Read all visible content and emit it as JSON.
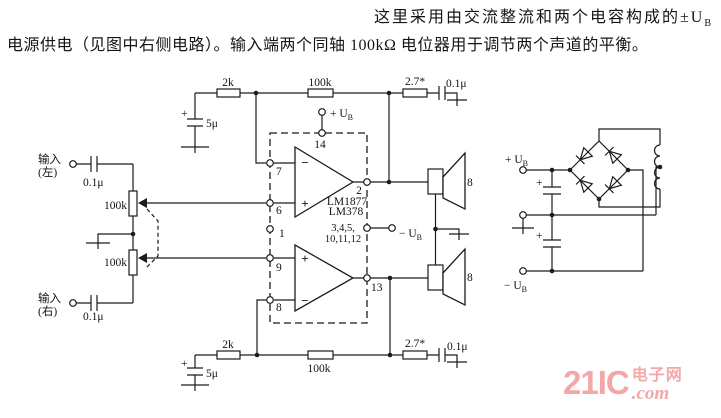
{
  "paragraph": {
    "line1_text": "这里采用由交流整流和两个电容构成的±U",
    "line1_sub": "B",
    "line2": "电源供电（见图中右侧电路）。输入端两个同轴 100kΩ 电位器用于调节两个声道的平衡。"
  },
  "schematic": {
    "stroke_color": "#1c1c1c",
    "ic": {
      "name_line1": "LM1877",
      "name_line2": "LM378",
      "gnd_pins_line1": "3,4,5,",
      "gnd_pins_line2": "10,11,12",
      "pins": {
        "p14": "14",
        "p7": "7",
        "p6": "6",
        "p1": "1",
        "p9": "9",
        "p8": "8",
        "p2": "2",
        "p13": "13"
      }
    },
    "labels": {
      "r_2k": "2k",
      "r_100k": "100k",
      "r_2r7": "2.7*",
      "c_100n": "0.1μ",
      "c_5u": "5μ",
      "pot_100k": "100k",
      "speaker_ohms": "8",
      "plus": "+",
      "minus": "−",
      "u_plus": "+ U",
      "u_minus": "− U",
      "u_sub": "B",
      "input_cn": "输入",
      "input_left": "(左)",
      "input_right": "(右)"
    }
  },
  "watermark": {
    "big": "21IC",
    "cn": "电子网",
    "com": ".com",
    "color": "#f2a8a8"
  }
}
